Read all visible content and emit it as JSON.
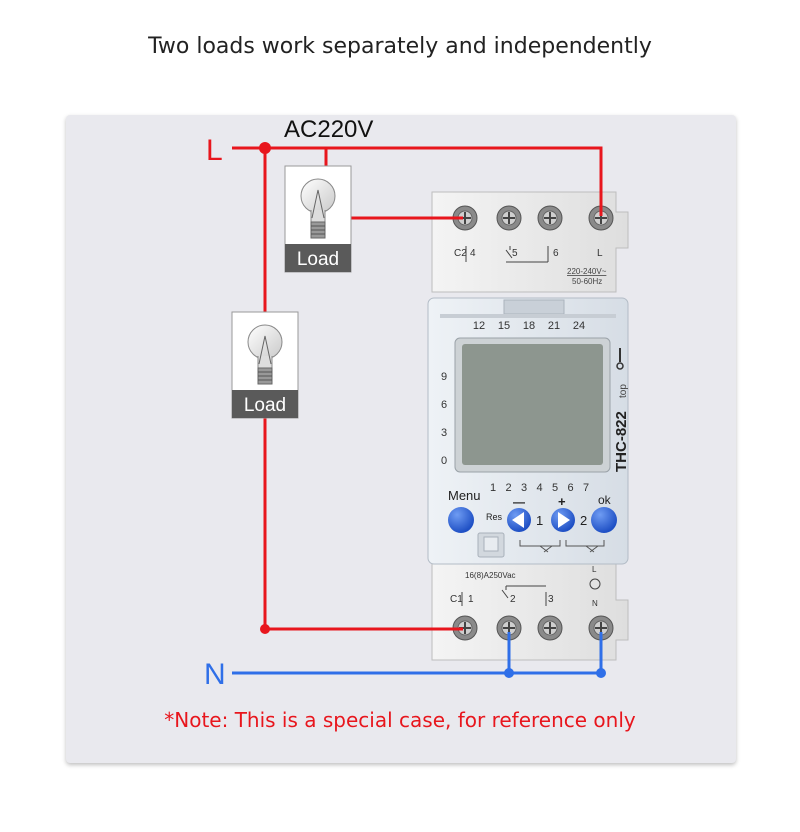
{
  "title": "Two loads work separately and independently",
  "note": "*Note: This is a special case, for reference only",
  "supply": {
    "label": "AC220V",
    "line": "L",
    "neutral": "N"
  },
  "loads": [
    {
      "label": "Load"
    },
    {
      "label": "Load"
    }
  ],
  "device": {
    "model": "THC-822",
    "top_term_labels": {
      "c2": "C2",
      "t4": "4",
      "t5": "5",
      "t6": "6",
      "l": "L"
    },
    "rating_top": "220-240V~",
    "rating_freq": "50-60Hz",
    "rating_contact": "16(8)A250Vac",
    "bottom_term_labels": {
      "c1": "C1",
      "t1": "1",
      "t2": "2",
      "t3": "3"
    },
    "ln_top": "L",
    "ln_bottom": "N",
    "hours": [
      "12",
      "15",
      "18",
      "21",
      "24"
    ],
    "hours_side": [
      "9",
      "6",
      "3",
      "0"
    ],
    "days": [
      "1",
      "2",
      "3",
      "4",
      "5",
      "6",
      "7"
    ],
    "buttons": {
      "menu": "Menu",
      "res": "Res",
      "ok": "ok",
      "minus": "—",
      "plus": "+",
      "ch1": "1",
      "ch2": "2"
    },
    "top_mark": "top"
  },
  "colors": {
    "line": "#e8161d",
    "neutral": "#2f6fe8",
    "card": "#e9e9ee",
    "button": "#2e63d8"
  }
}
